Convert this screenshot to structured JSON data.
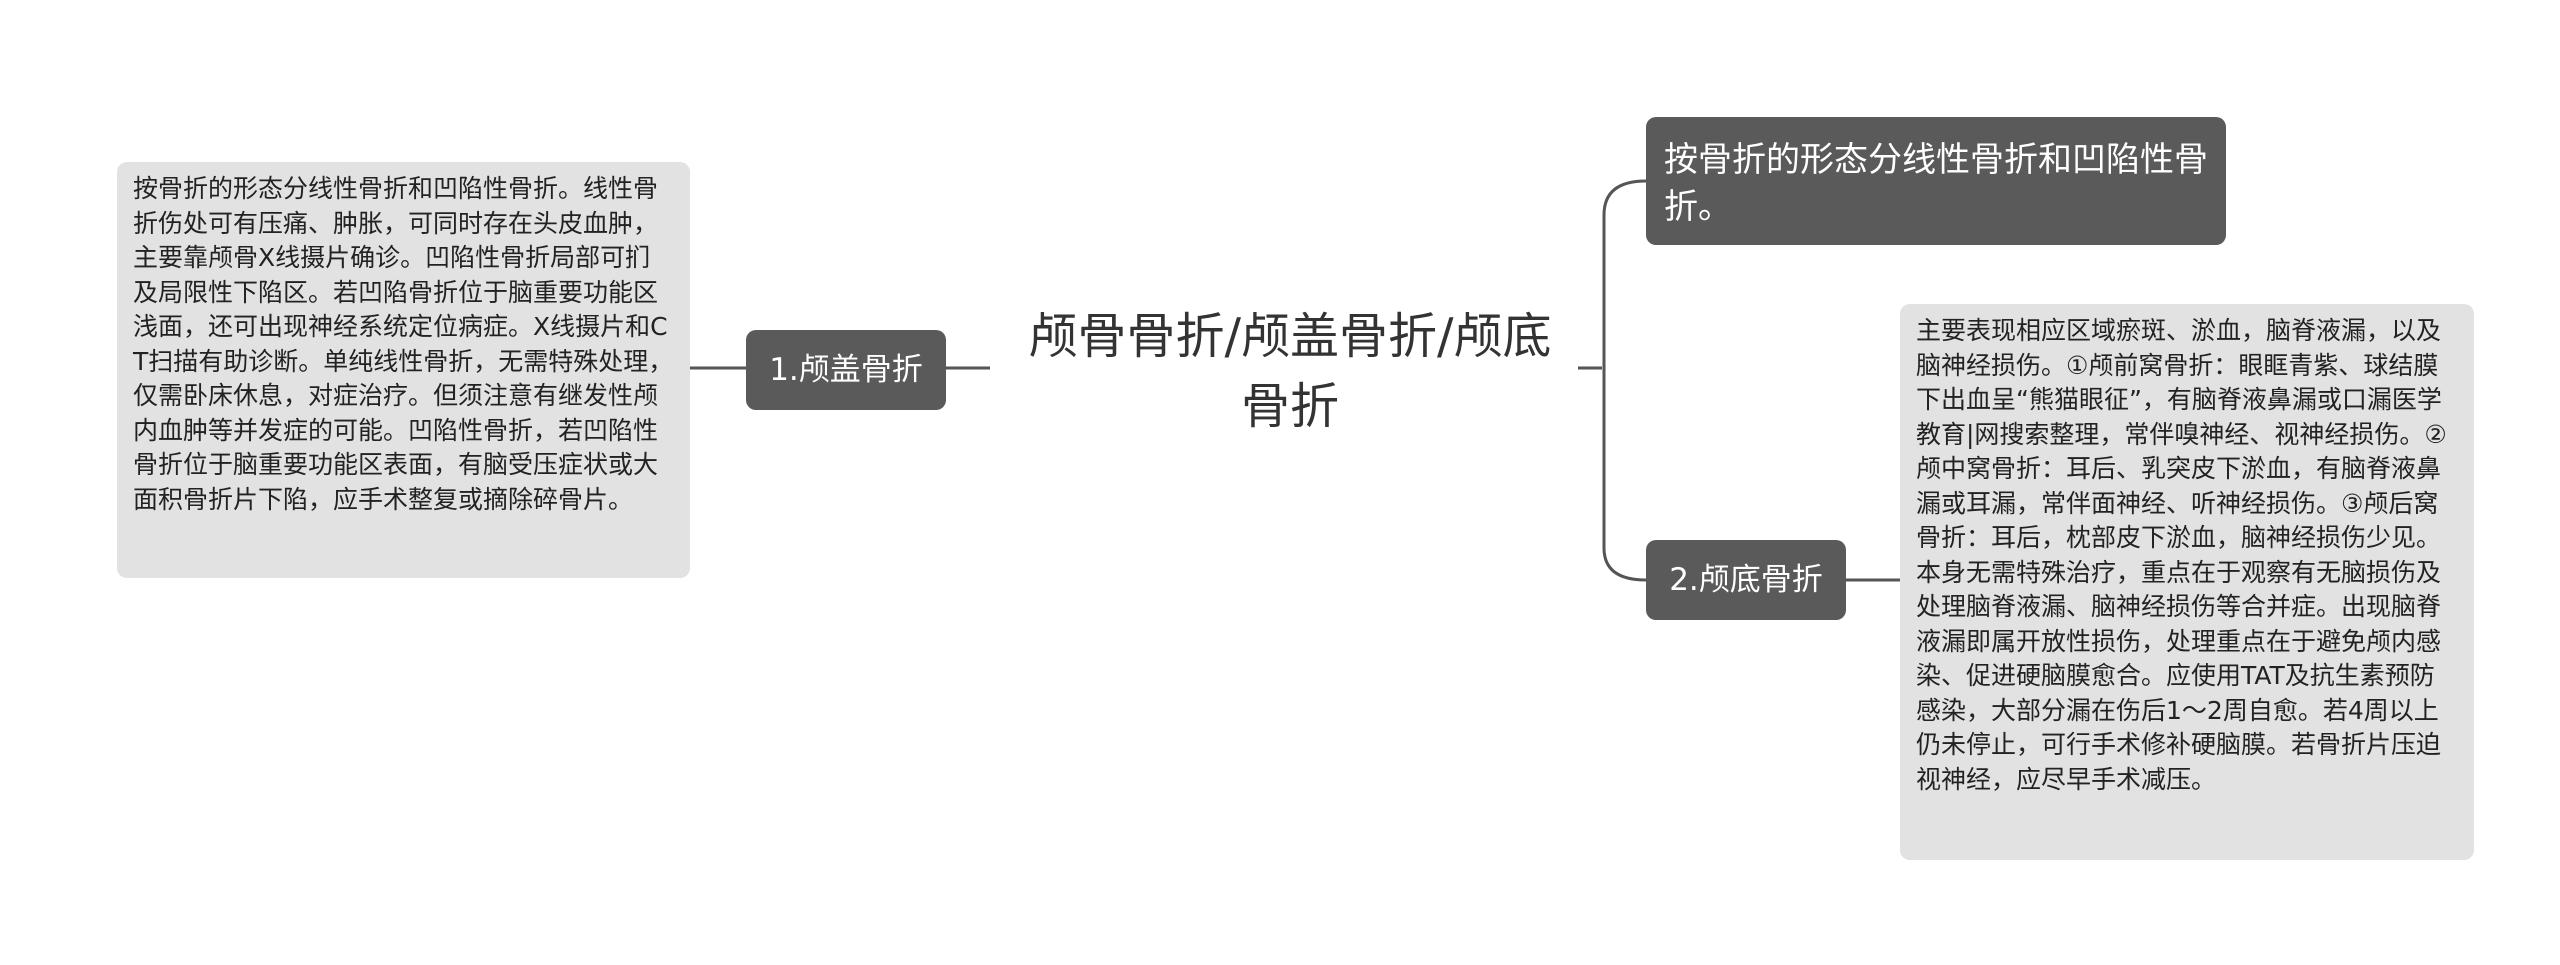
{
  "root": {
    "title": "颅骨骨折/颅盖骨折/颅底骨折"
  },
  "left": {
    "branch_label": "1.颅盖骨折",
    "detail_text": "按骨折的形态分线性骨折和凹陷性骨折。线性骨折伤处可有压痛、肿胀，可同时存在头皮血肿，主要靠颅骨X线摄片确诊。凹陷性骨折局部可扪及局限性下陷区。若凹陷骨折位于脑重要功能区浅面，还可出现神经系统定位病症。X线摄片和CT扫描有助诊断。单纯线性骨折，无需特殊处理，仅需卧床休息，对症治疗。但须注意有继发性颅内血肿等并发症的可能。凹陷性骨折，若凹陷性骨折位于脑重要功能区表面，有脑受压症状或大面积骨折片下陷，应手术整复或摘除碎骨片。"
  },
  "right": {
    "top_note": "按骨折的形态分线性骨折和凹陷性骨折。",
    "branch_label": "2.颅底骨折",
    "detail_text": "主要表现相应区域瘀斑、淤血，脑脊液漏，以及脑神经损伤。①颅前窝骨折：眼眶青紫、球结膜下出血呈“熊猫眼征”，有脑脊液鼻漏或口漏医学教育|网搜索整理，常伴嗅神经、视神经损伤。②颅中窝骨折：耳后、乳突皮下淤血，有脑脊液鼻漏或耳漏，常伴面神经、听神经损伤。③颅后窝骨折：耳后，枕部皮下淤血，脑神经损伤少见。本身无需特殊治疗，重点在于观察有无脑损伤及处理脑脊液漏、脑神经损伤等合并症。出现脑脊液漏即属开放性损伤，处理重点在于避免颅内感染、促进硬脑膜愈合。应使用TAT及抗生素预防感染，大部分漏在伤后1～2周自愈。若4周以上仍未停止，可行手术修补硬脑膜。若骨折片压迫视神经，应尽早手术减压。"
  },
  "colors": {
    "branch_fill": "#5a5a5a",
    "note_fill": "#e2e2e2",
    "connector": "#555555"
  }
}
